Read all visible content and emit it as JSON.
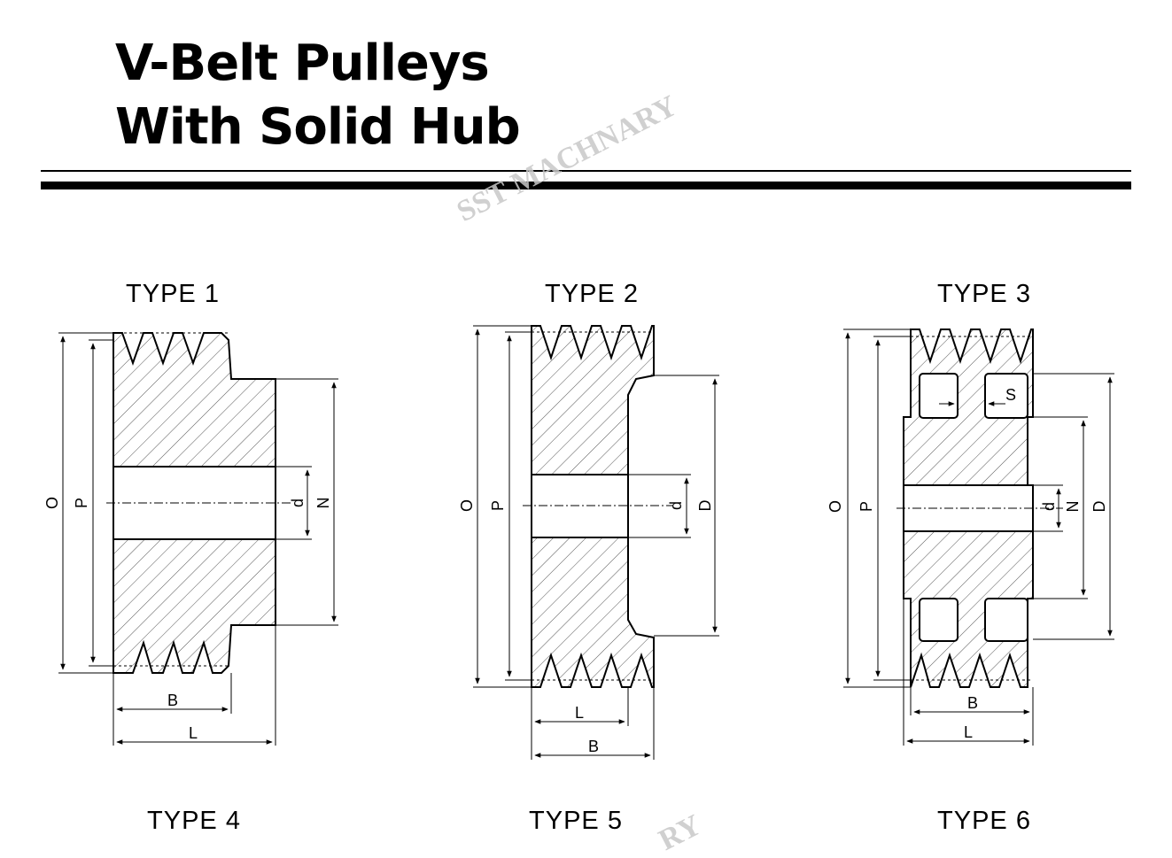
{
  "header": {
    "title_line1": "V-Belt  Pulleys",
    "title_line2": "With Solid Hub"
  },
  "watermark": {
    "text1": "SST MACHNARY",
    "text2": "RY"
  },
  "types": {
    "t1": "TYPE 1",
    "t2": "TYPE 2",
    "t3": "TYPE 3",
    "t4": "TYPE 4",
    "t5": "TYPE 5",
    "t6": "TYPE 6"
  },
  "dims": {
    "O": "O",
    "P": "P",
    "d": "d",
    "N": "N",
    "D": "D",
    "B": "B",
    "L": "L",
    "S": "S"
  }
}
